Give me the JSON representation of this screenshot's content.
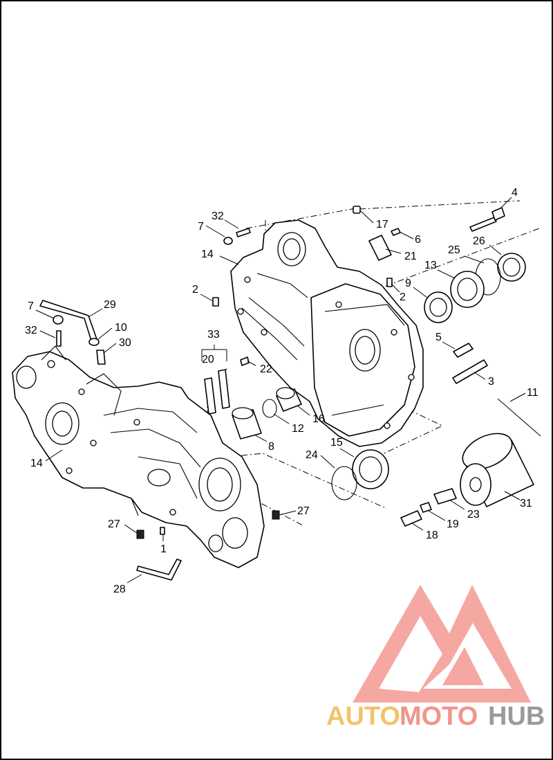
{
  "callouts": [
    {
      "id": "c4",
      "text": "4"
    },
    {
      "id": "c32a",
      "text": "32"
    },
    {
      "id": "c7a",
      "text": "7"
    },
    {
      "id": "c17",
      "text": "17"
    },
    {
      "id": "c6",
      "text": "6"
    },
    {
      "id": "c14a",
      "text": "14"
    },
    {
      "id": "c21",
      "text": "21"
    },
    {
      "id": "c25",
      "text": "25"
    },
    {
      "id": "c26",
      "text": "26"
    },
    {
      "id": "c13",
      "text": "13"
    },
    {
      "id": "c2a",
      "text": "2"
    },
    {
      "id": "c9",
      "text": "9"
    },
    {
      "id": "c2b",
      "text": "2"
    },
    {
      "id": "c7b",
      "text": "7"
    },
    {
      "id": "c29",
      "text": "29"
    },
    {
      "id": "c10",
      "text": "10"
    },
    {
      "id": "c32b",
      "text": "32"
    },
    {
      "id": "c30",
      "text": "30"
    },
    {
      "id": "c33",
      "text": "33"
    },
    {
      "id": "c5",
      "text": "5"
    },
    {
      "id": "c20",
      "text": "20"
    },
    {
      "id": "c22",
      "text": "22"
    },
    {
      "id": "c3",
      "text": "3"
    },
    {
      "id": "c11",
      "text": "11"
    },
    {
      "id": "c16",
      "text": "16"
    },
    {
      "id": "c12",
      "text": "12"
    },
    {
      "id": "c8",
      "text": "8"
    },
    {
      "id": "c15",
      "text": "15"
    },
    {
      "id": "c24",
      "text": "24"
    },
    {
      "id": "c14b",
      "text": "14"
    },
    {
      "id": "c31",
      "text": "31"
    },
    {
      "id": "c23",
      "text": "23"
    },
    {
      "id": "c27a",
      "text": "27"
    },
    {
      "id": "c19",
      "text": "19"
    },
    {
      "id": "c27b",
      "text": "27"
    },
    {
      "id": "c1",
      "text": "1"
    },
    {
      "id": "c18",
      "text": "18"
    },
    {
      "id": "c28",
      "text": "28"
    }
  ],
  "watermark": {
    "part1": "AUTO",
    "part2": "MOTO",
    "part3": "HUB",
    "color_part1": "#f5c26b",
    "color_part2": "#f1958b",
    "color_part3": "#9a9a9a",
    "logo_color": "#f28b82"
  }
}
